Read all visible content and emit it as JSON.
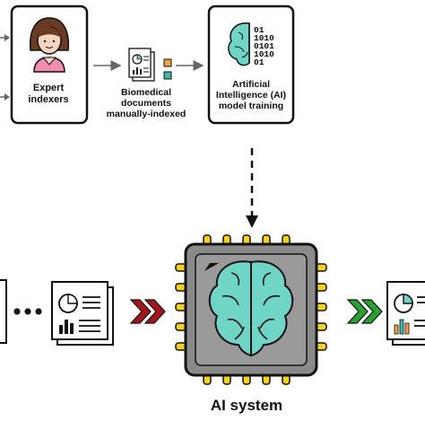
{
  "labels": {
    "expert_indexers": "Expert\nindexers",
    "biomedical_docs": "Biomedical\ndocuments\nmanually-indexed",
    "ai_training": "Artificial\nIntelligence (AI)\nmodel training",
    "ai_system": "AI system"
  },
  "binary": {
    "lines": [
      "01",
      "1010",
      "0101",
      "1010",
      "01"
    ]
  },
  "colors": {
    "brain_teal": "#6fd5c6",
    "chip_gray": "#8a8a8a",
    "pin_yellow": "#f7d21c",
    "red_chevron": "#a3151b",
    "green_chevron": "#2aa032",
    "skin": "#f7d4bf",
    "hair": "#6b3a22",
    "shirt": "#f28db0",
    "square_orange": "#f4a340",
    "square_teal": "#3fb7a8"
  },
  "icons": [
    "woman-avatar-icon",
    "report-document-icon",
    "brain-binary-icon",
    "ai-chip-brain-icon",
    "ellipsis-icon",
    "double-chevron-icon"
  ]
}
